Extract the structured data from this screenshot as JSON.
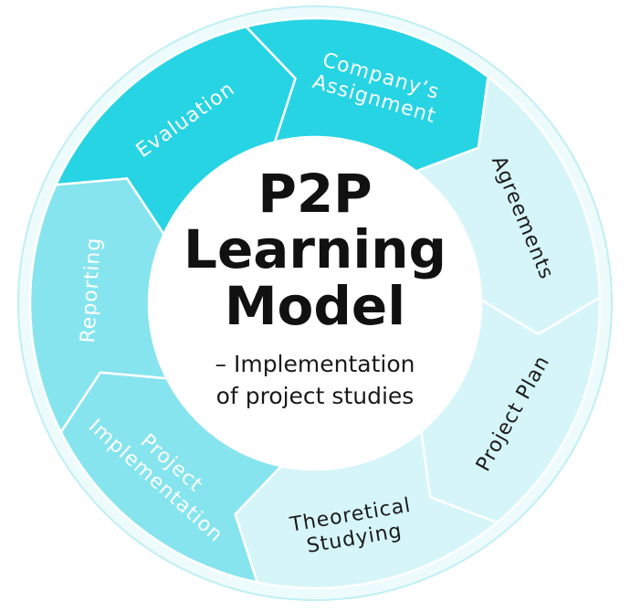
{
  "title_lines": [
    "P2P",
    "Learning",
    "Model"
  ],
  "subtitle_lines": [
    "– Implementation",
    "of project studies"
  ],
  "colors": {
    "dark": "#27d4e3",
    "medium": "#86e4ee",
    "light": "#d6f5f8",
    "text_on_dark": "#ffffff",
    "text_on_light": "#1a1a1a",
    "text_on_medium": "#ffffff"
  },
  "segments": [
    {
      "key": "company-assignment",
      "lines": [
        "Company’s",
        "Assignment"
      ],
      "shade": "dark"
    },
    {
      "key": "agreements",
      "lines": [
        "Agreements"
      ],
      "shade": "light"
    },
    {
      "key": "project-plan",
      "lines": [
        "Project Plan"
      ],
      "shade": "light"
    },
    {
      "key": "theoretical-studying",
      "lines": [
        "Theoretical",
        "Studying"
      ],
      "shade": "light"
    },
    {
      "key": "project-implementation",
      "lines": [
        "Project",
        "Implementation"
      ],
      "shade": "medium"
    },
    {
      "key": "reporting",
      "lines": [
        "Reporting"
      ],
      "shade": "medium"
    },
    {
      "key": "evaluation",
      "lines": [
        "Evaluation"
      ],
      "shade": "dark"
    }
  ]
}
